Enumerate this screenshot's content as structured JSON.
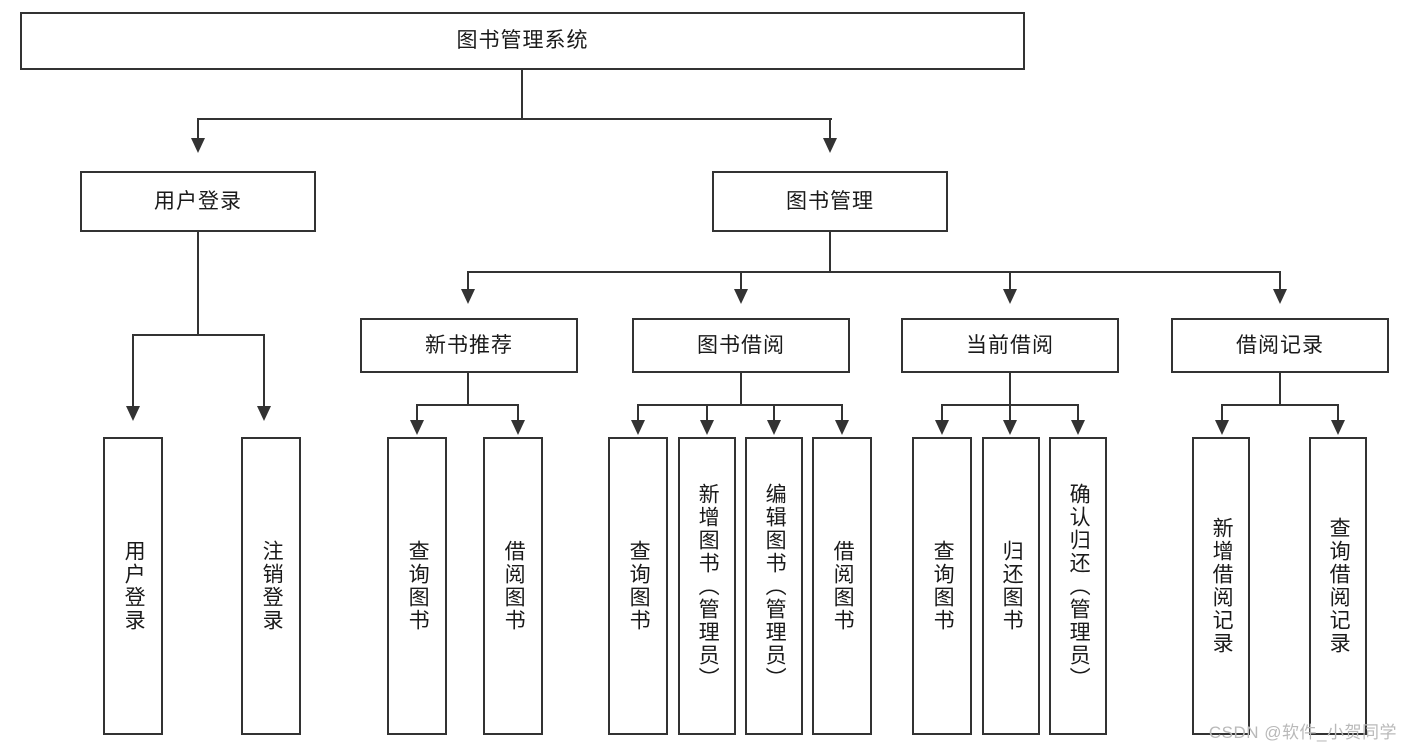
{
  "diagram": {
    "title": "图书管理系统",
    "type": "tree",
    "root": {
      "id": "root",
      "label": "图书管理系统"
    },
    "level2": [
      {
        "id": "user-login",
        "label": "用户登录"
      },
      {
        "id": "book-manage",
        "label": "图书管理"
      }
    ],
    "level3": [
      {
        "id": "new-book-rec",
        "label": "新书推荐",
        "parent": "book-manage"
      },
      {
        "id": "book-borrow",
        "label": "图书借阅",
        "parent": "book-manage"
      },
      {
        "id": "current-borrow",
        "label": "当前借阅",
        "parent": "book-manage"
      },
      {
        "id": "borrow-record",
        "label": "借阅记录",
        "parent": "book-manage"
      }
    ],
    "leaves": [
      {
        "id": "leaf-1",
        "label": "用户登录",
        "parent": "user-login"
      },
      {
        "id": "leaf-2",
        "label": "注销登录",
        "parent": "user-login"
      },
      {
        "id": "leaf-3",
        "label": "查询图书",
        "parent": "new-book-rec"
      },
      {
        "id": "leaf-4",
        "label": "借阅图书",
        "parent": "new-book-rec"
      },
      {
        "id": "leaf-5",
        "label": "查询图书",
        "parent": "book-borrow"
      },
      {
        "id": "leaf-6",
        "label": "新增图书（管理员）",
        "parent": "book-borrow"
      },
      {
        "id": "leaf-7",
        "label": "编辑图书（管理员）",
        "parent": "book-borrow"
      },
      {
        "id": "leaf-8",
        "label": "借阅图书",
        "parent": "book-borrow"
      },
      {
        "id": "leaf-9",
        "label": "查询图书",
        "parent": "current-borrow"
      },
      {
        "id": "leaf-10",
        "label": "归还图书",
        "parent": "current-borrow"
      },
      {
        "id": "leaf-11",
        "label": "确认归还（管理员）",
        "parent": "current-borrow"
      },
      {
        "id": "leaf-12",
        "label": "新增借阅记录",
        "parent": "borrow-record"
      },
      {
        "id": "leaf-13",
        "label": "查询借阅记录",
        "parent": "borrow-record"
      }
    ],
    "colors": {
      "stroke": "#333333",
      "fill": "#ffffff",
      "text": "#1a1a1a",
      "watermark": "#b9b9b9"
    }
  },
  "watermark": {
    "text": "CSDN @软件_小贺同学"
  }
}
